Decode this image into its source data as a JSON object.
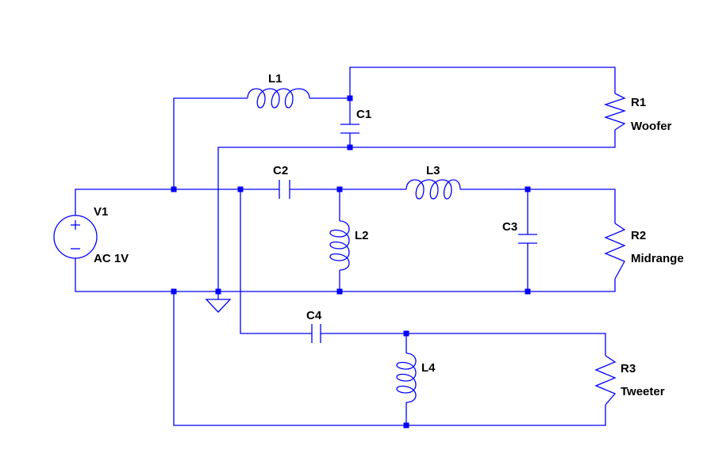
{
  "components": {
    "V1": {
      "name": "V1",
      "value": "AC 1V"
    },
    "L1": {
      "name": "L1"
    },
    "C1": {
      "name": "C1"
    },
    "R1": {
      "name": "R1",
      "value": "Woofer"
    },
    "C2": {
      "name": "C2"
    },
    "L2": {
      "name": "L2"
    },
    "L3": {
      "name": "L3"
    },
    "C3": {
      "name": "C3"
    },
    "R2": {
      "name": "R2",
      "value": "Midrange"
    },
    "C4": {
      "name": "C4"
    },
    "L4": {
      "name": "L4"
    },
    "R3": {
      "name": "R3",
      "value": "Tweeter"
    }
  },
  "colors": {
    "wire": "#0000ff",
    "text": "#000000",
    "background": "#ffffff"
  },
  "icons": {
    "ground": "ground-icon",
    "source": "ac-source-icon"
  }
}
